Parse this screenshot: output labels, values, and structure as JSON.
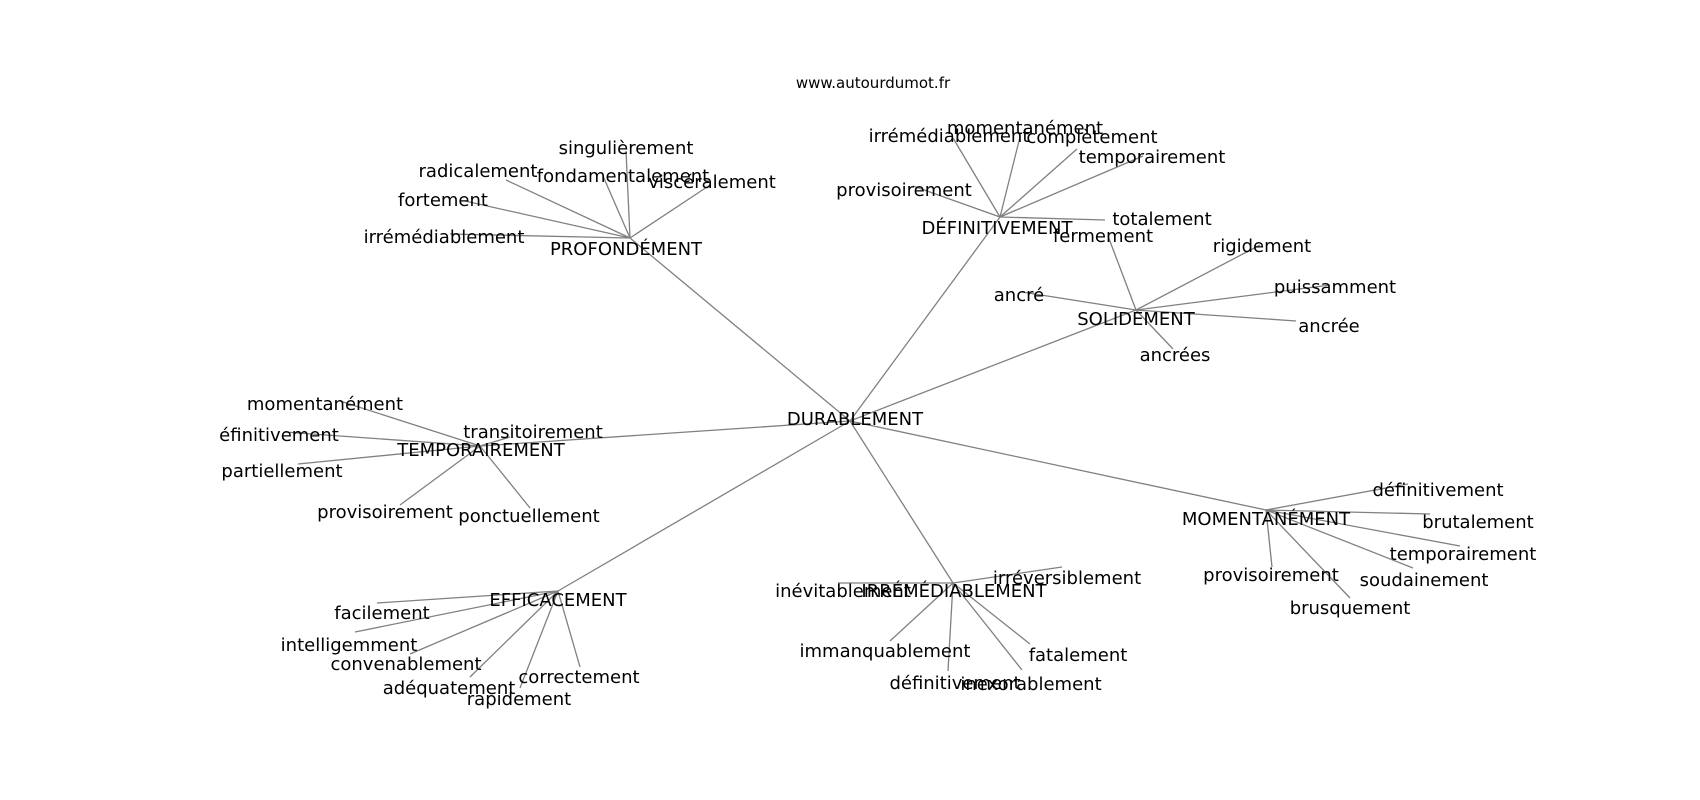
{
  "source": "www.autourdumot.fr",
  "center": {
    "id": "durablement",
    "label": "DURABLEMENT"
  },
  "hubs": [
    {
      "id": "profondement",
      "label": "PROFONDÉMENT",
      "children": [
        "singulièrement",
        "radicalement",
        "fondamentalement",
        "viscéralement",
        "fortement",
        "irrémédiablement"
      ]
    },
    {
      "id": "definitivement",
      "label": "DÉFINITIVEMENT",
      "children": [
        "momentanément",
        "irrémédiablement",
        "complètement",
        "temporairement",
        "provisoirement",
        "totalement"
      ]
    },
    {
      "id": "solidement",
      "label": "SOLIDEMENT",
      "children": [
        "fermement",
        "rigidement",
        "ancré",
        "puissamment",
        "ancrée",
        "ancrées"
      ]
    },
    {
      "id": "temporairement",
      "label": "TEMPORAIREMENT",
      "children": [
        "momentanément",
        "éfinitivement",
        "transitoirement",
        "partiellement",
        "provisoirement",
        "ponctuellement"
      ]
    },
    {
      "id": "momentanement",
      "label": "MOMENTANÉMENT",
      "children": [
        "définitivement",
        "brutalement",
        "temporairement",
        "provisoirement",
        "soudainement",
        "brusquement"
      ]
    },
    {
      "id": "efficacement",
      "label": "EFFICACEMENT",
      "children": [
        "facilement",
        "intelligemment",
        "convenablement",
        "correctement",
        "adéquatement",
        "rapidement"
      ]
    },
    {
      "id": "irremediablement",
      "label": "IRRÉMÉDIABLEMENT",
      "children": [
        "inévitablement",
        "irréversiblement",
        "immanquablement",
        "fatalement",
        "définitivement",
        "inexorablement"
      ]
    }
  ]
}
